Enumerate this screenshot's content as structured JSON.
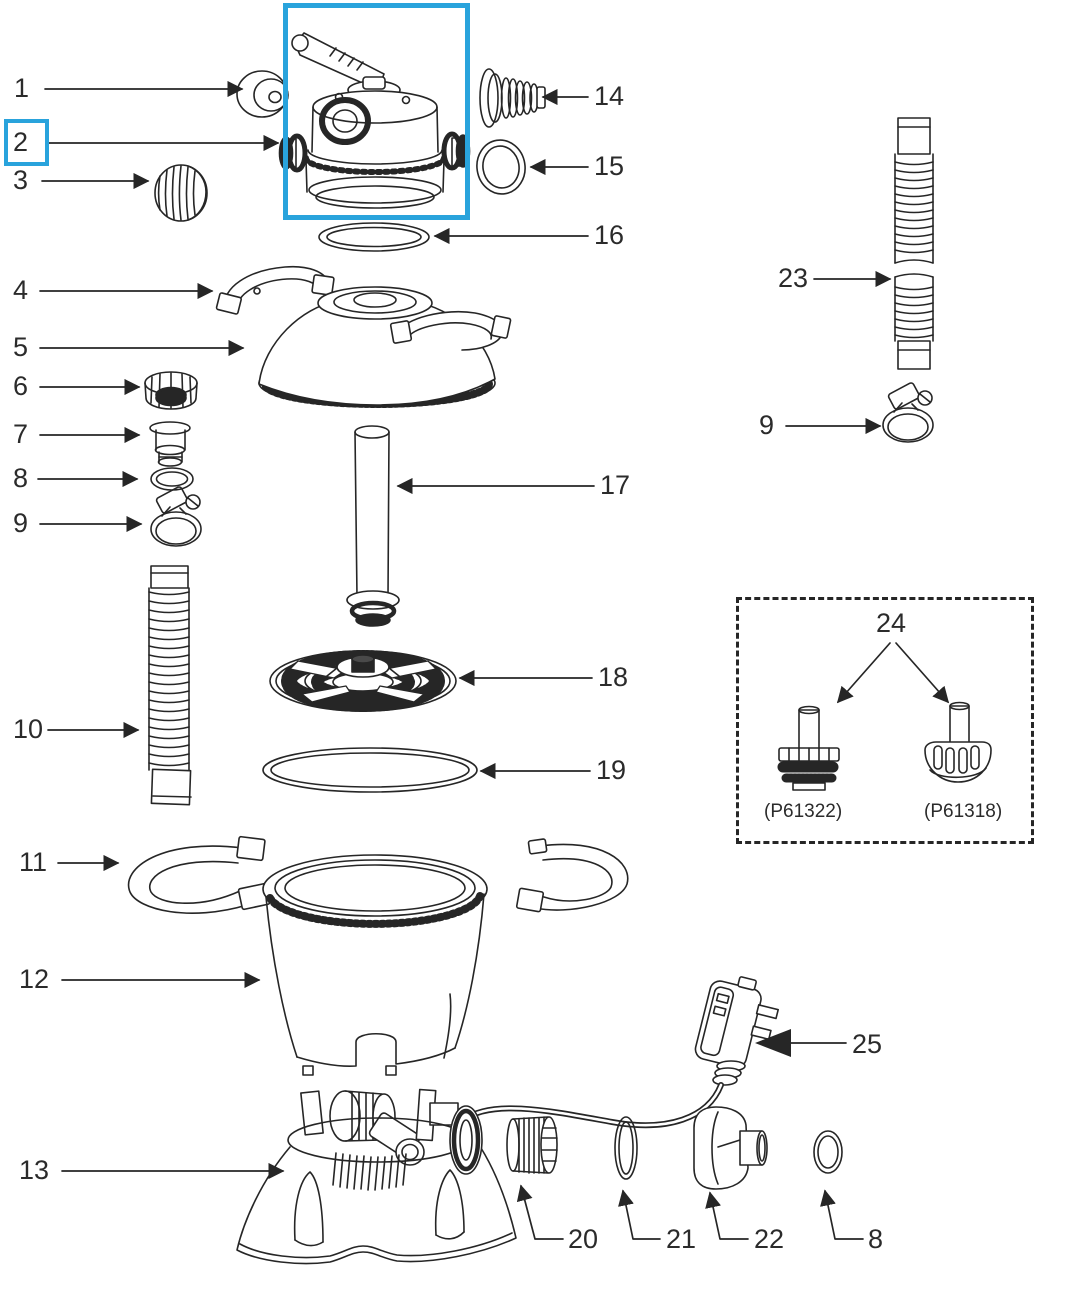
{
  "figure": {
    "type": "exploded-parts-diagram",
    "background": "#ffffff",
    "line_color": "#231f20",
    "highlight_color": "#29a3dc"
  },
  "callouts": {
    "p1": "1",
    "p2": "2",
    "p3": "3",
    "p4": "4",
    "p5": "5",
    "p6": "6",
    "p7": "7",
    "p8": "8",
    "p9": "9",
    "p10": "10",
    "p11": "11",
    "p12": "12",
    "p13": "13",
    "p14": "14",
    "p15": "15",
    "p16": "16",
    "p17": "17",
    "p18": "18",
    "p19": "19",
    "p20": "20",
    "p21": "21",
    "p22": "22",
    "p23": "23",
    "p24": "24",
    "p25": "25",
    "p8_bottom": "8",
    "p9_right": "9"
  },
  "variant_box": {
    "left_code": "(P61322)",
    "right_code": "(P61318)"
  }
}
